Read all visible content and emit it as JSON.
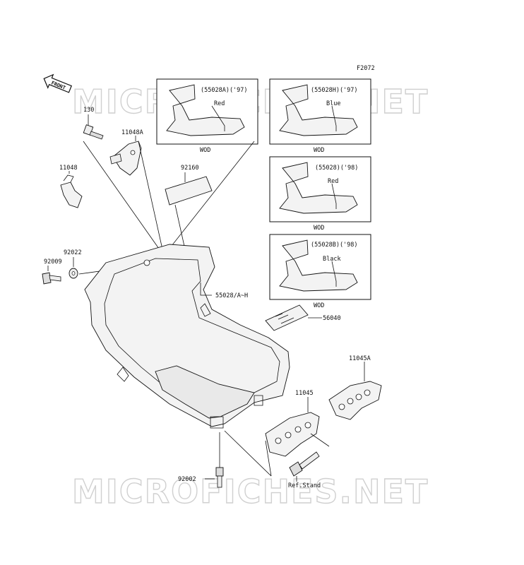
{
  "watermark": "MICROFICHES.NET",
  "figure_code": "F2072",
  "front_label": "FRONT",
  "callouts": {
    "p130": "130",
    "p11048A": "11048A",
    "p11048": "11048",
    "p92160": "92160",
    "p92022": "92022",
    "p92009": "92009",
    "p55028": "55028/A~H",
    "p56040": "56040",
    "p11045A": "11045A",
    "p11045": "11045",
    "p92002": "92002",
    "ref_stand": "Ref.Stand"
  },
  "variants": [
    {
      "code": "(55028A)('97)",
      "color": "Red",
      "note": "WOD"
    },
    {
      "code": "(55028H)('97)",
      "color": "Blue",
      "note": "WOD"
    },
    {
      "code": "(55028)('98)",
      "color": "Red",
      "note": "WOD"
    },
    {
      "code": "(55028B)('98)",
      "color": "Black",
      "note": "WOD"
    }
  ]
}
